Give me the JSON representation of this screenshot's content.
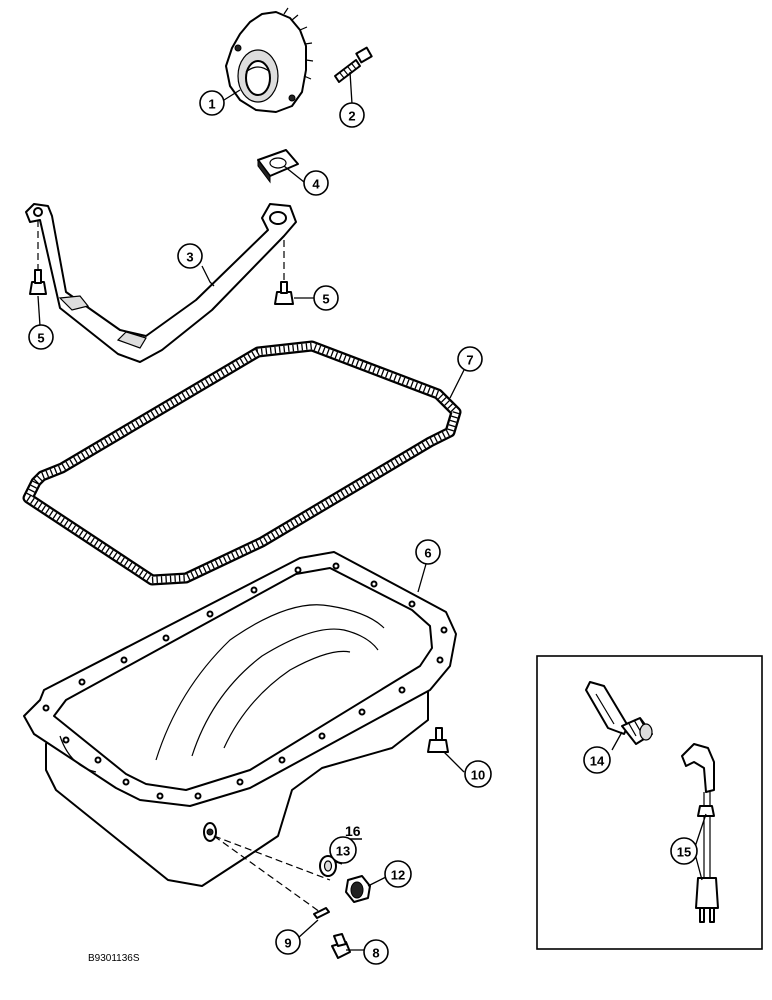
{
  "callouts": {
    "c1": "1",
    "c2": "2",
    "c3": "3",
    "c4": "4",
    "c5a": "5",
    "c5b": "5",
    "c6": "6",
    "c7": "7",
    "c8": "8",
    "c9": "9",
    "c10": "10",
    "c12": "12",
    "c13": "13",
    "c14": "14",
    "c15": "15"
  },
  "label16": "16",
  "figure_code": "B9301136S",
  "icons": [
    "oil-pump-icon",
    "bolt-icon",
    "spacer-icon",
    "support-bracket-icon",
    "pan-gasket-icon",
    "oil-pan-icon",
    "drain-plug-icon",
    "dowel-pin-icon",
    "sealing-washer-icon",
    "plug-icon",
    "heater-element-icon",
    "heater-cord-icon"
  ]
}
